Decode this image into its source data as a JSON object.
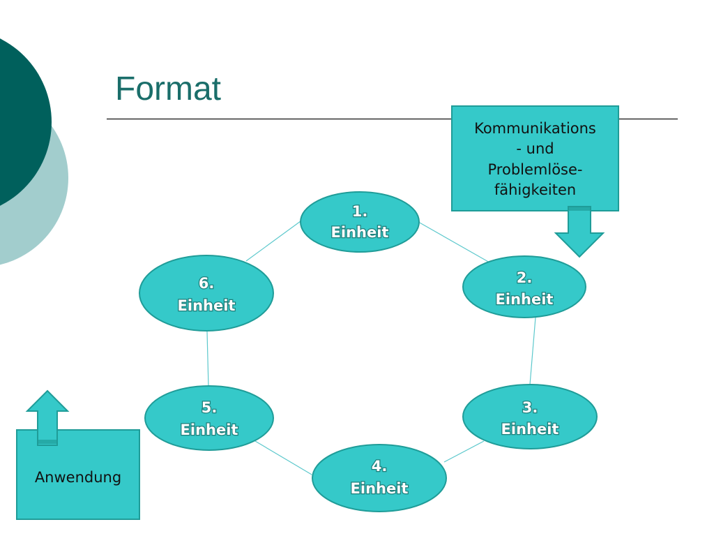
{
  "slide": {
    "title": "Format"
  },
  "colors": {
    "dark_teal": "#00605c",
    "light_teal": "#a2cdcd",
    "node_fill": "#35c9c9",
    "node_stroke": "#1f9c98",
    "title_color": "#1a6e6a",
    "connector": "#5cc8cc"
  },
  "cycle": {
    "nodes": [
      {
        "number": "1.",
        "label": "Einheit"
      },
      {
        "number": "2.",
        "label": "Einheit"
      },
      {
        "number": "3.",
        "label": "Einheit"
      },
      {
        "number": "4.",
        "label": "Einheit"
      },
      {
        "number": "5.",
        "label": "Einheit"
      },
      {
        "number": "6.",
        "label": "Einheit"
      }
    ]
  },
  "boxes": {
    "kommunikation": {
      "lines": [
        "Kommunikations",
        "- und",
        "Problemlöse-",
        "fähigkeiten"
      ]
    },
    "anwendung": {
      "label": "Anwendung"
    }
  }
}
